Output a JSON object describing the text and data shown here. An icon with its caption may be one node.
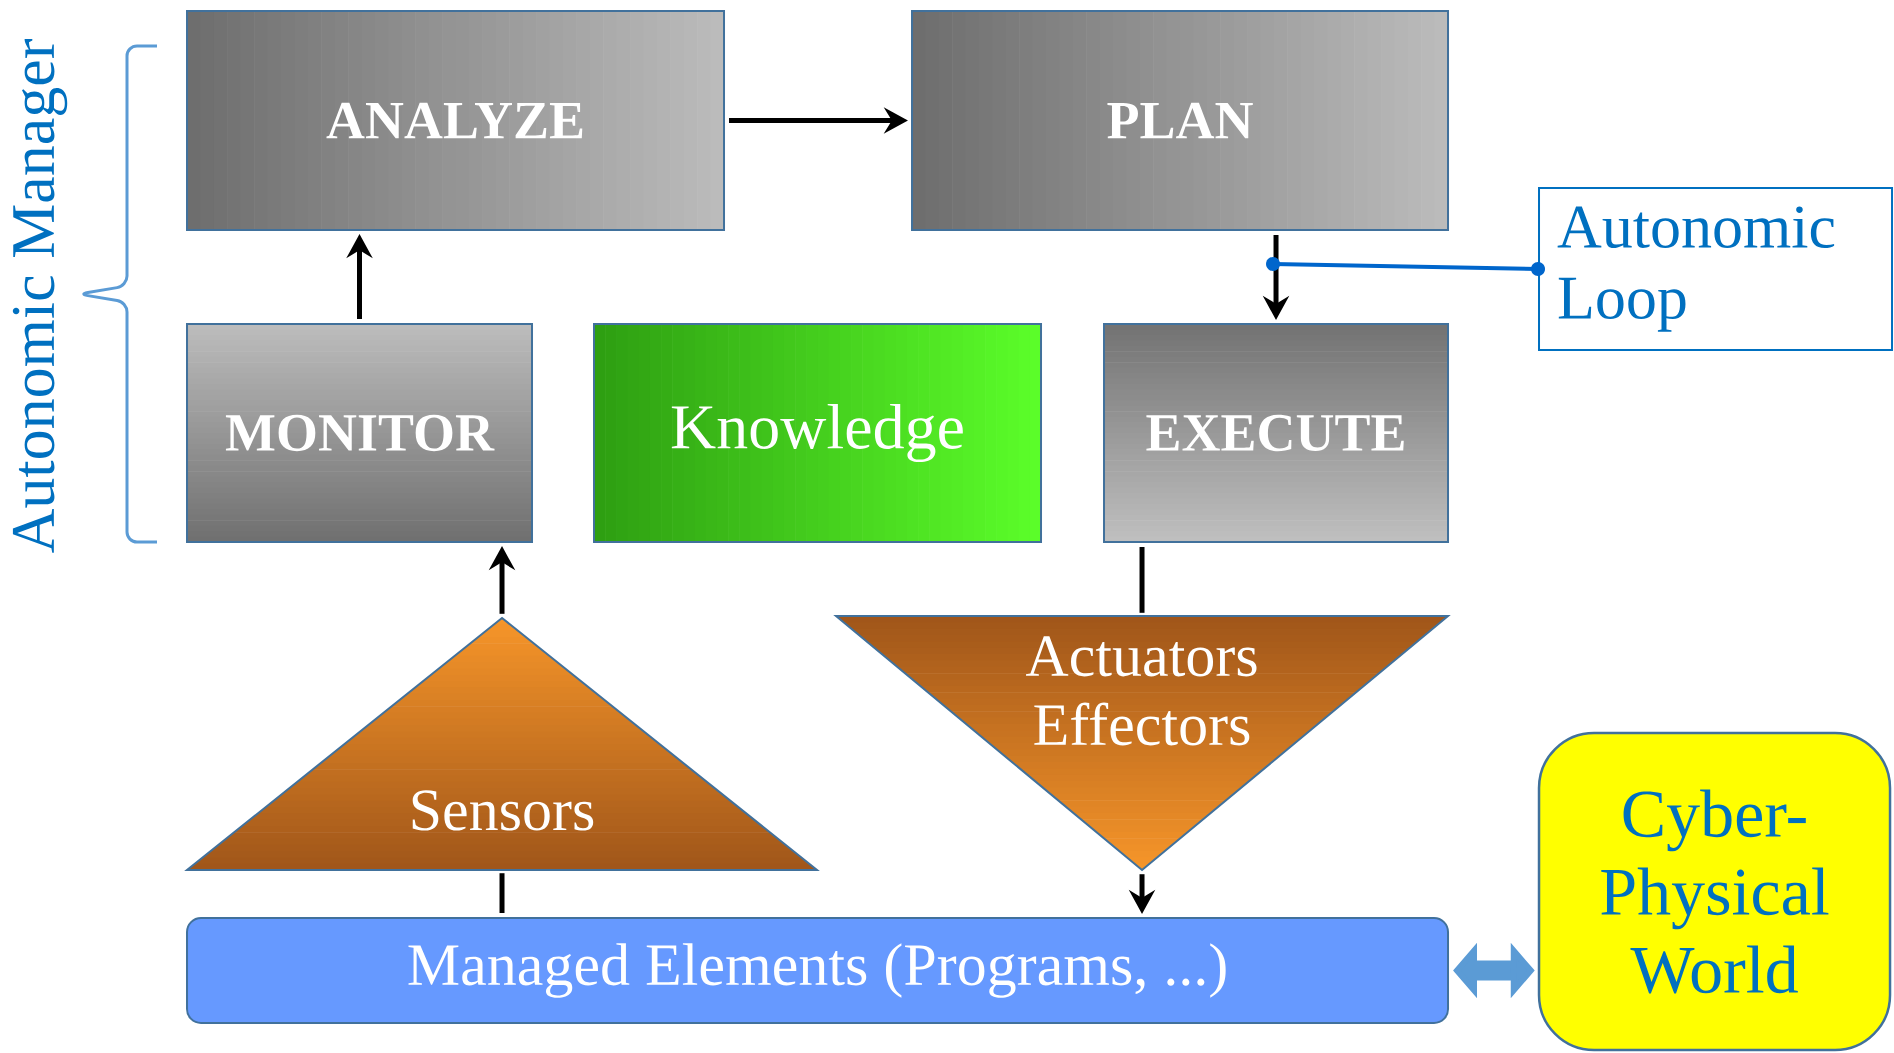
{
  "diagram": {
    "nodes": [
      {
        "text": [
          "ANALYZE"
        ]
      },
      {
        "text": [
          "PLAN"
        ]
      },
      {
        "text": [
          "Autonomic Loop"
        ]
      },
      {
        "text": [
          "MONITOR"
        ]
      },
      {
        "text": [
          "Knowledge"
        ]
      },
      {
        "text": [
          "EXECUTE"
        ]
      },
      {
        "text": [
          "Sensors"
        ]
      },
      {
        "text": [
          "Actuators Effectors"
        ]
      },
      {
        "text": [
          "Managed Elements (Programs, ...)"
        ]
      },
      {
        "text": [
          "Cyber-Physical World"
        ]
      }
    ],
    "edges": [
      {
        "from": 0,
        "to": 1,
        "arrow": "to"
      },
      {
        "from": 3,
        "to": 0,
        "arrow": "to"
      },
      {
        "from": 1,
        "to": 5,
        "arrow": "to"
      },
      {
        "from": 2,
        "to": null,
        "arrow": "other",
        "color": "#0066cc"
      },
      {
        "from": 6,
        "to": 3,
        "arrow": "to"
      },
      {
        "from": 8,
        "to": 6,
        "arrow": "none"
      },
      {
        "from": 5,
        "to": 7,
        "arrow": "none"
      },
      {
        "from": 7,
        "to": 8,
        "arrow": "to"
      },
      {
        "from": 8,
        "to": 9,
        "arrow": "both",
        "style": "thick",
        "color": "#5b9bd5"
      }
    ],
    "labels": [
      "Autonomic Manager"
    ]
  }
}
